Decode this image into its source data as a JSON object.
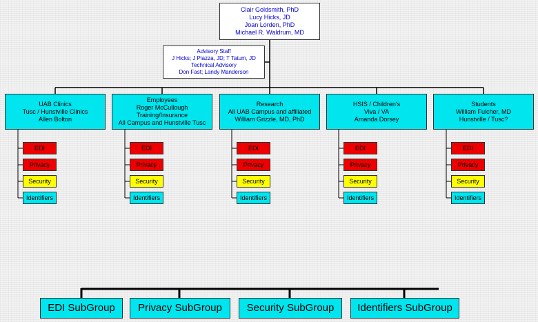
{
  "top_box": {
    "lines": [
      "Clair Goldsmith, PhD",
      "Lucy Hicks, JD",
      "Joan Lorden, PhD",
      "Michael R. Waldrum, MD"
    ]
  },
  "advisory_box": {
    "lines": [
      "Advisory Staff",
      "J Hicks; J Piazza, JD; T  Tatum, JD",
      "Technical Advisory",
      "Don Fast; Landy Manderson"
    ]
  },
  "columns": [
    {
      "lines": [
        "UAB Clinics",
        "Tusc / Hunstville Clinics",
        "Allen Bolton"
      ]
    },
    {
      "lines": [
        "Employees",
        "Roger McCullough",
        "Training/Insurance",
        "All Campus and Hunstville Tusc"
      ]
    },
    {
      "lines": [
        "Research",
        "All UAB Campus and affiliated",
        "William Grizzle, MD, PhD"
      ]
    },
    {
      "lines": [
        "HSIS / Children's",
        "Viva / VA",
        "Amanda Dorsey"
      ]
    },
    {
      "lines": [
        "Students",
        "William Fulcher, MD",
        "Hunstville / Tusc?"
      ]
    }
  ],
  "chips": [
    {
      "label": "EDI",
      "color": "#ee0000"
    },
    {
      "label": "Privacy",
      "color": "#ee0000"
    },
    {
      "label": "Security",
      "color": "#ffff00"
    },
    {
      "label": "Identifiers",
      "color": "#00e5ee"
    }
  ],
  "subgroups": [
    "EDI SubGroup",
    "Privacy SubGroup",
    "Security SubGroup",
    "Identifiers SubGroup"
  ],
  "colors": {
    "cyan": "#00e5ee",
    "red": "#ee0000",
    "yellow": "#ffff00",
    "line": "#000000"
  }
}
